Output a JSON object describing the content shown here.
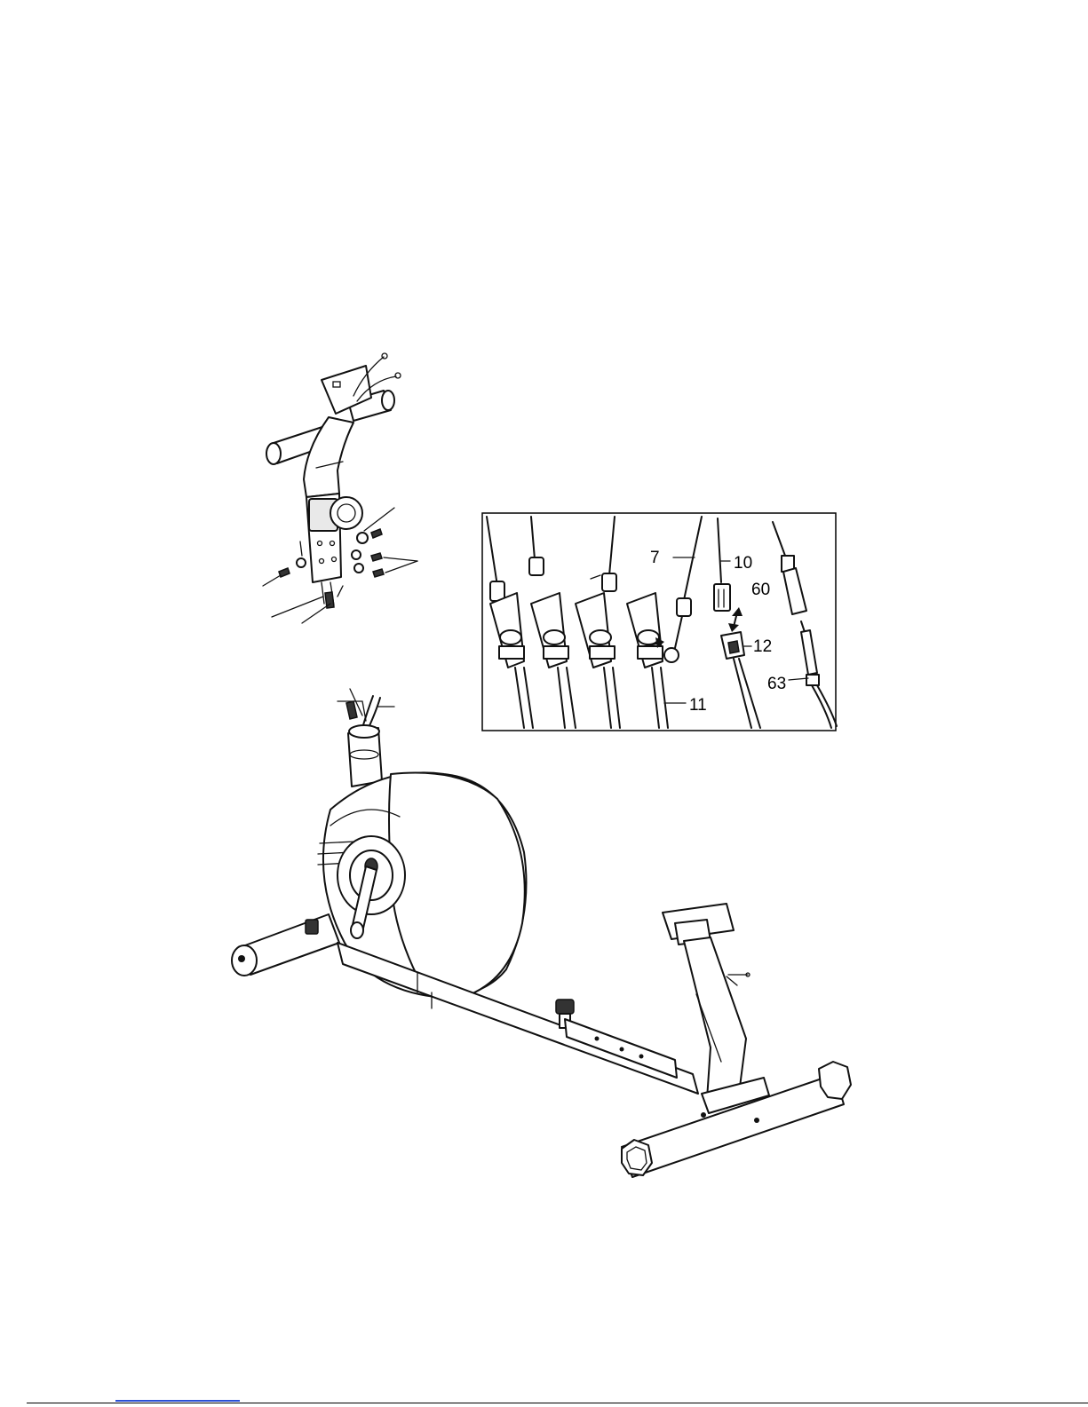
{
  "callouts": {
    "label_7": "7",
    "label_10": "10",
    "label_11": "11",
    "label_12": "12",
    "label_60": "60",
    "label_63": "63"
  },
  "detail_inset": {
    "border_color": "#000000"
  },
  "icons": [
    "bidirectional-arrow-icon",
    "insert-arrow-icon"
  ]
}
